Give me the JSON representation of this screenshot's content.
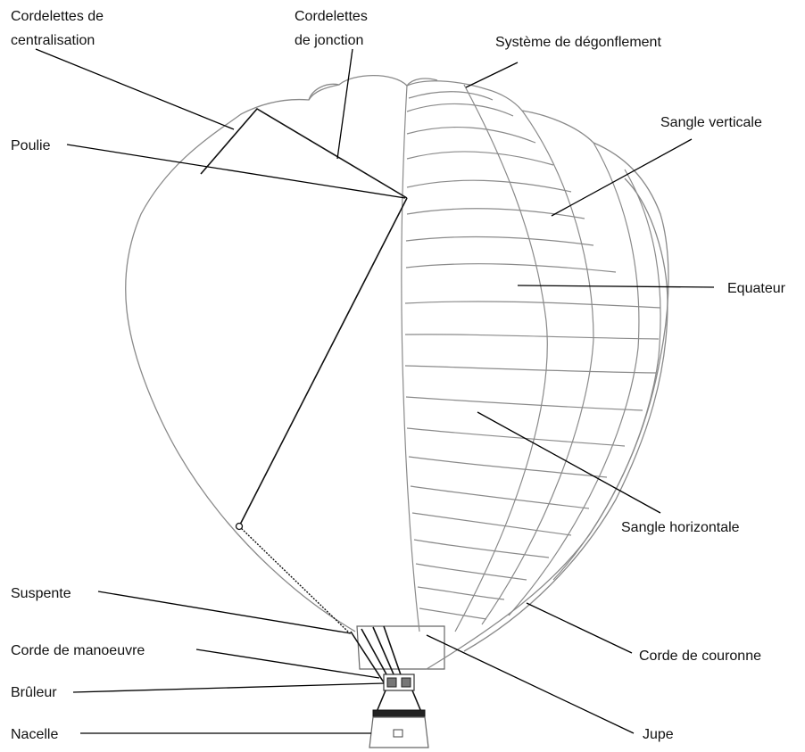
{
  "labels": {
    "centralisation_line1": "Cordelettes de",
    "centralisation_line2": "centralisation",
    "jonction_line1": "Cordelettes",
    "jonction_line2": "de jonction",
    "deflation": "Système de dégonflement",
    "pulley": "Poulie",
    "vertical_strap": "Sangle verticale",
    "equator": "Equateur",
    "horizontal_strap": "Sangle horizontale",
    "suspension_line": "Suspente",
    "crown_rope": "Corde de couronne",
    "maneuver_rope": "Corde de manoeuvre",
    "burner": "Brûleur",
    "skirt": "Jupe",
    "basket": "Nacelle"
  },
  "colors": {
    "envelope_stroke": "#8a8a8a",
    "rope": "#111111",
    "leader": "#000000",
    "background": "#ffffff"
  }
}
